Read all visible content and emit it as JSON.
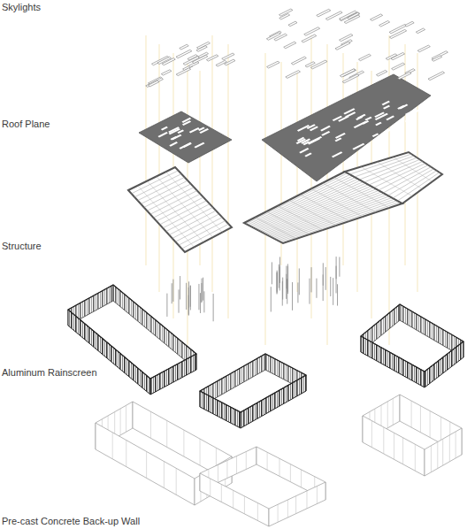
{
  "diagram": {
    "labels": [
      "Skylights",
      "Roof Plane",
      "Structure",
      "Aluminum Rainscreen",
      "Pre-cast Concrete Back-up Wall"
    ]
  }
}
